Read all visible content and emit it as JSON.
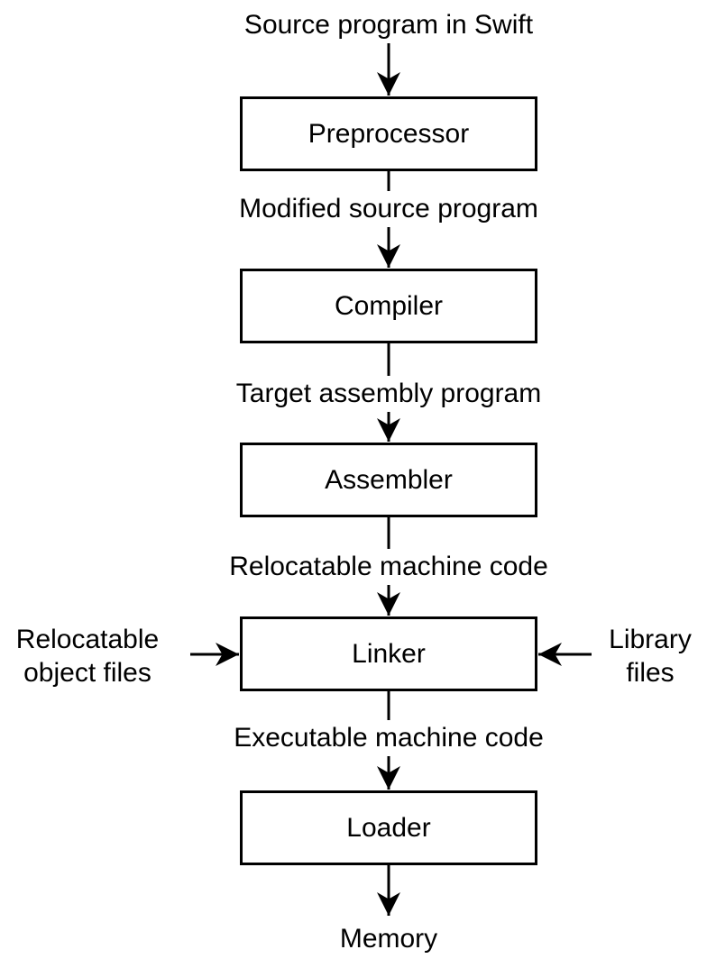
{
  "colors": {
    "background": "#ffffff",
    "stroke": "#000000",
    "text": "#000000",
    "box_fill": "#ffffff"
  },
  "flow": {
    "source_label": "Source program in Swift",
    "sink_label": "Memory",
    "stages": [
      {
        "name": "Preprocessor",
        "output_label": "Modified source program"
      },
      {
        "name": "Compiler",
        "output_label": "Target assembly program"
      },
      {
        "name": "Assembler",
        "output_label": "Relocatable machine code"
      },
      {
        "name": "Linker",
        "output_label": "Executable machine code",
        "left_input_label": "Relocatable\nobject files",
        "right_input_label": "Library\nfiles"
      },
      {
        "name": "Loader"
      }
    ]
  }
}
